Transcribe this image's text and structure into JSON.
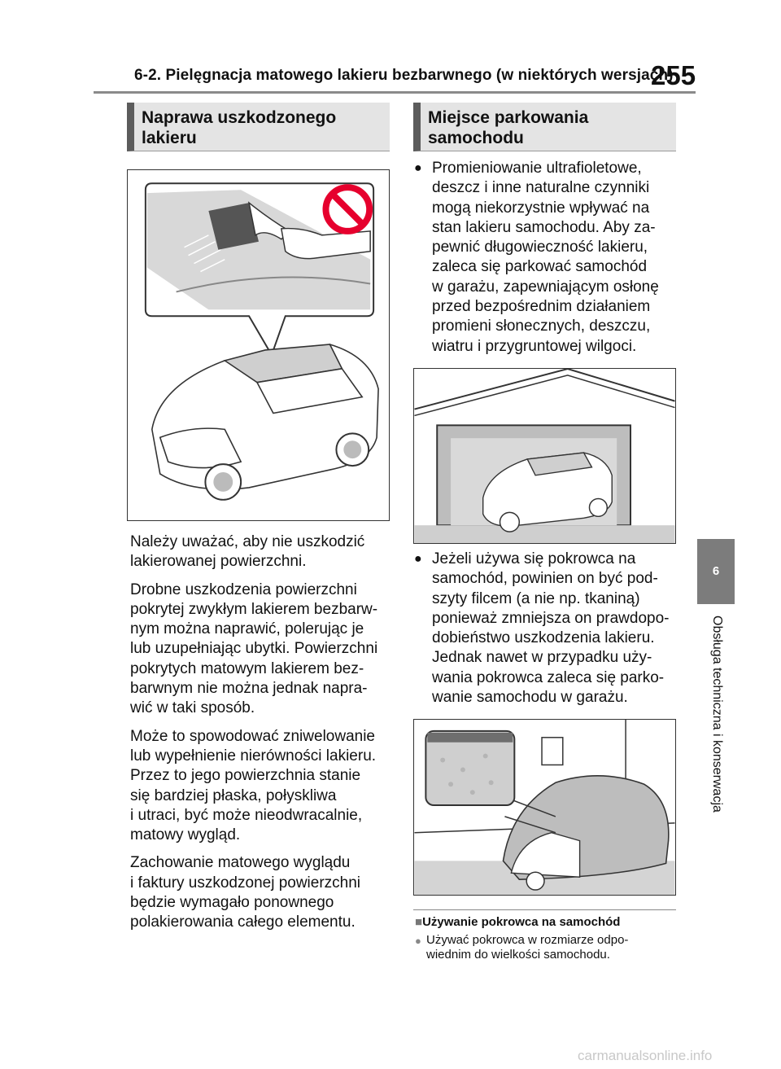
{
  "header": {
    "title": "6-2. Pielęgnacja matowego lakieru bezbarwnego (w niektórych wersjach)",
    "page_number": "255"
  },
  "section_left": {
    "title": "Naprawa uszkodzonego lakieru",
    "paragraphs": [
      "Należy uważać, aby nie uszkodzić\nlakierowanej powierzchni.",
      "Drobne uszkodzenia powierzchni\npokrytej zwykłym lakierem bezbarw-\nnym można naprawić, polerując je\nlub uzupełniając ubytki. Powierzchni\npokrytych matowym lakierem bez-\nbarwnym nie można jednak napra-\nwić w taki sposób.",
      "Może to spowodować zniwelowanie\nlub wypełnienie nierówności lakieru.\nPrzez to jego powierzchnia stanie\nsię bardziej płaska, połyskliwa\ni utraci, być może nieodwracalnie,\nmatowy wygląd.",
      "Zachowanie matowego wyglądu\ni faktury uszkodzonej powierzchni\nbędzie wymagało ponownego\npolakierowania całego elementu."
    ]
  },
  "section_right": {
    "title": "Miejsce parkowania samochodu",
    "bullets": [
      "Promieniowanie ultrafioletowe,\ndeszcz i inne naturalne czynniki\nmogą niekorzystnie wpływać na\nstan lakieru samochodu. Aby za-\npewnić długowieczność lakieru,\nzaleca się parkować samochód\nw garażu, zapewniającym osłonę\nprzed bezpośrednim działaniem\npromieni słonecznych, deszczu,\nwiatru i przygruntowej wilgoci.",
      "Jeżeli używa się pokrowca na\nsamochód, powinien on być pod-\nszyty filcem (a nie np. tkaniną)\nponieważ zmniejsza on prawdopo-\ndobieństwo uszkodzenia lakieru.\nJednak nawet w przypadku uży-\nwania pokrowca zaleca się parko-\nwanie samochodu w garażu."
    ]
  },
  "note": {
    "title": "Używanie pokrowca na samochód",
    "text": "Używać pokrowca w rozmiarze odpo-\nwiednim do wielkości samochodu."
  },
  "side_tab": {
    "number": "6",
    "label": "Obsługa techniczna i konserwacja"
  },
  "watermark": "carmanualsonline.info",
  "colors": {
    "section_bg": "#e4e4e4",
    "section_bar": "#5c5c5c",
    "prohibition_red": "#e6002d",
    "tab_gray": "#7c7c7c"
  }
}
